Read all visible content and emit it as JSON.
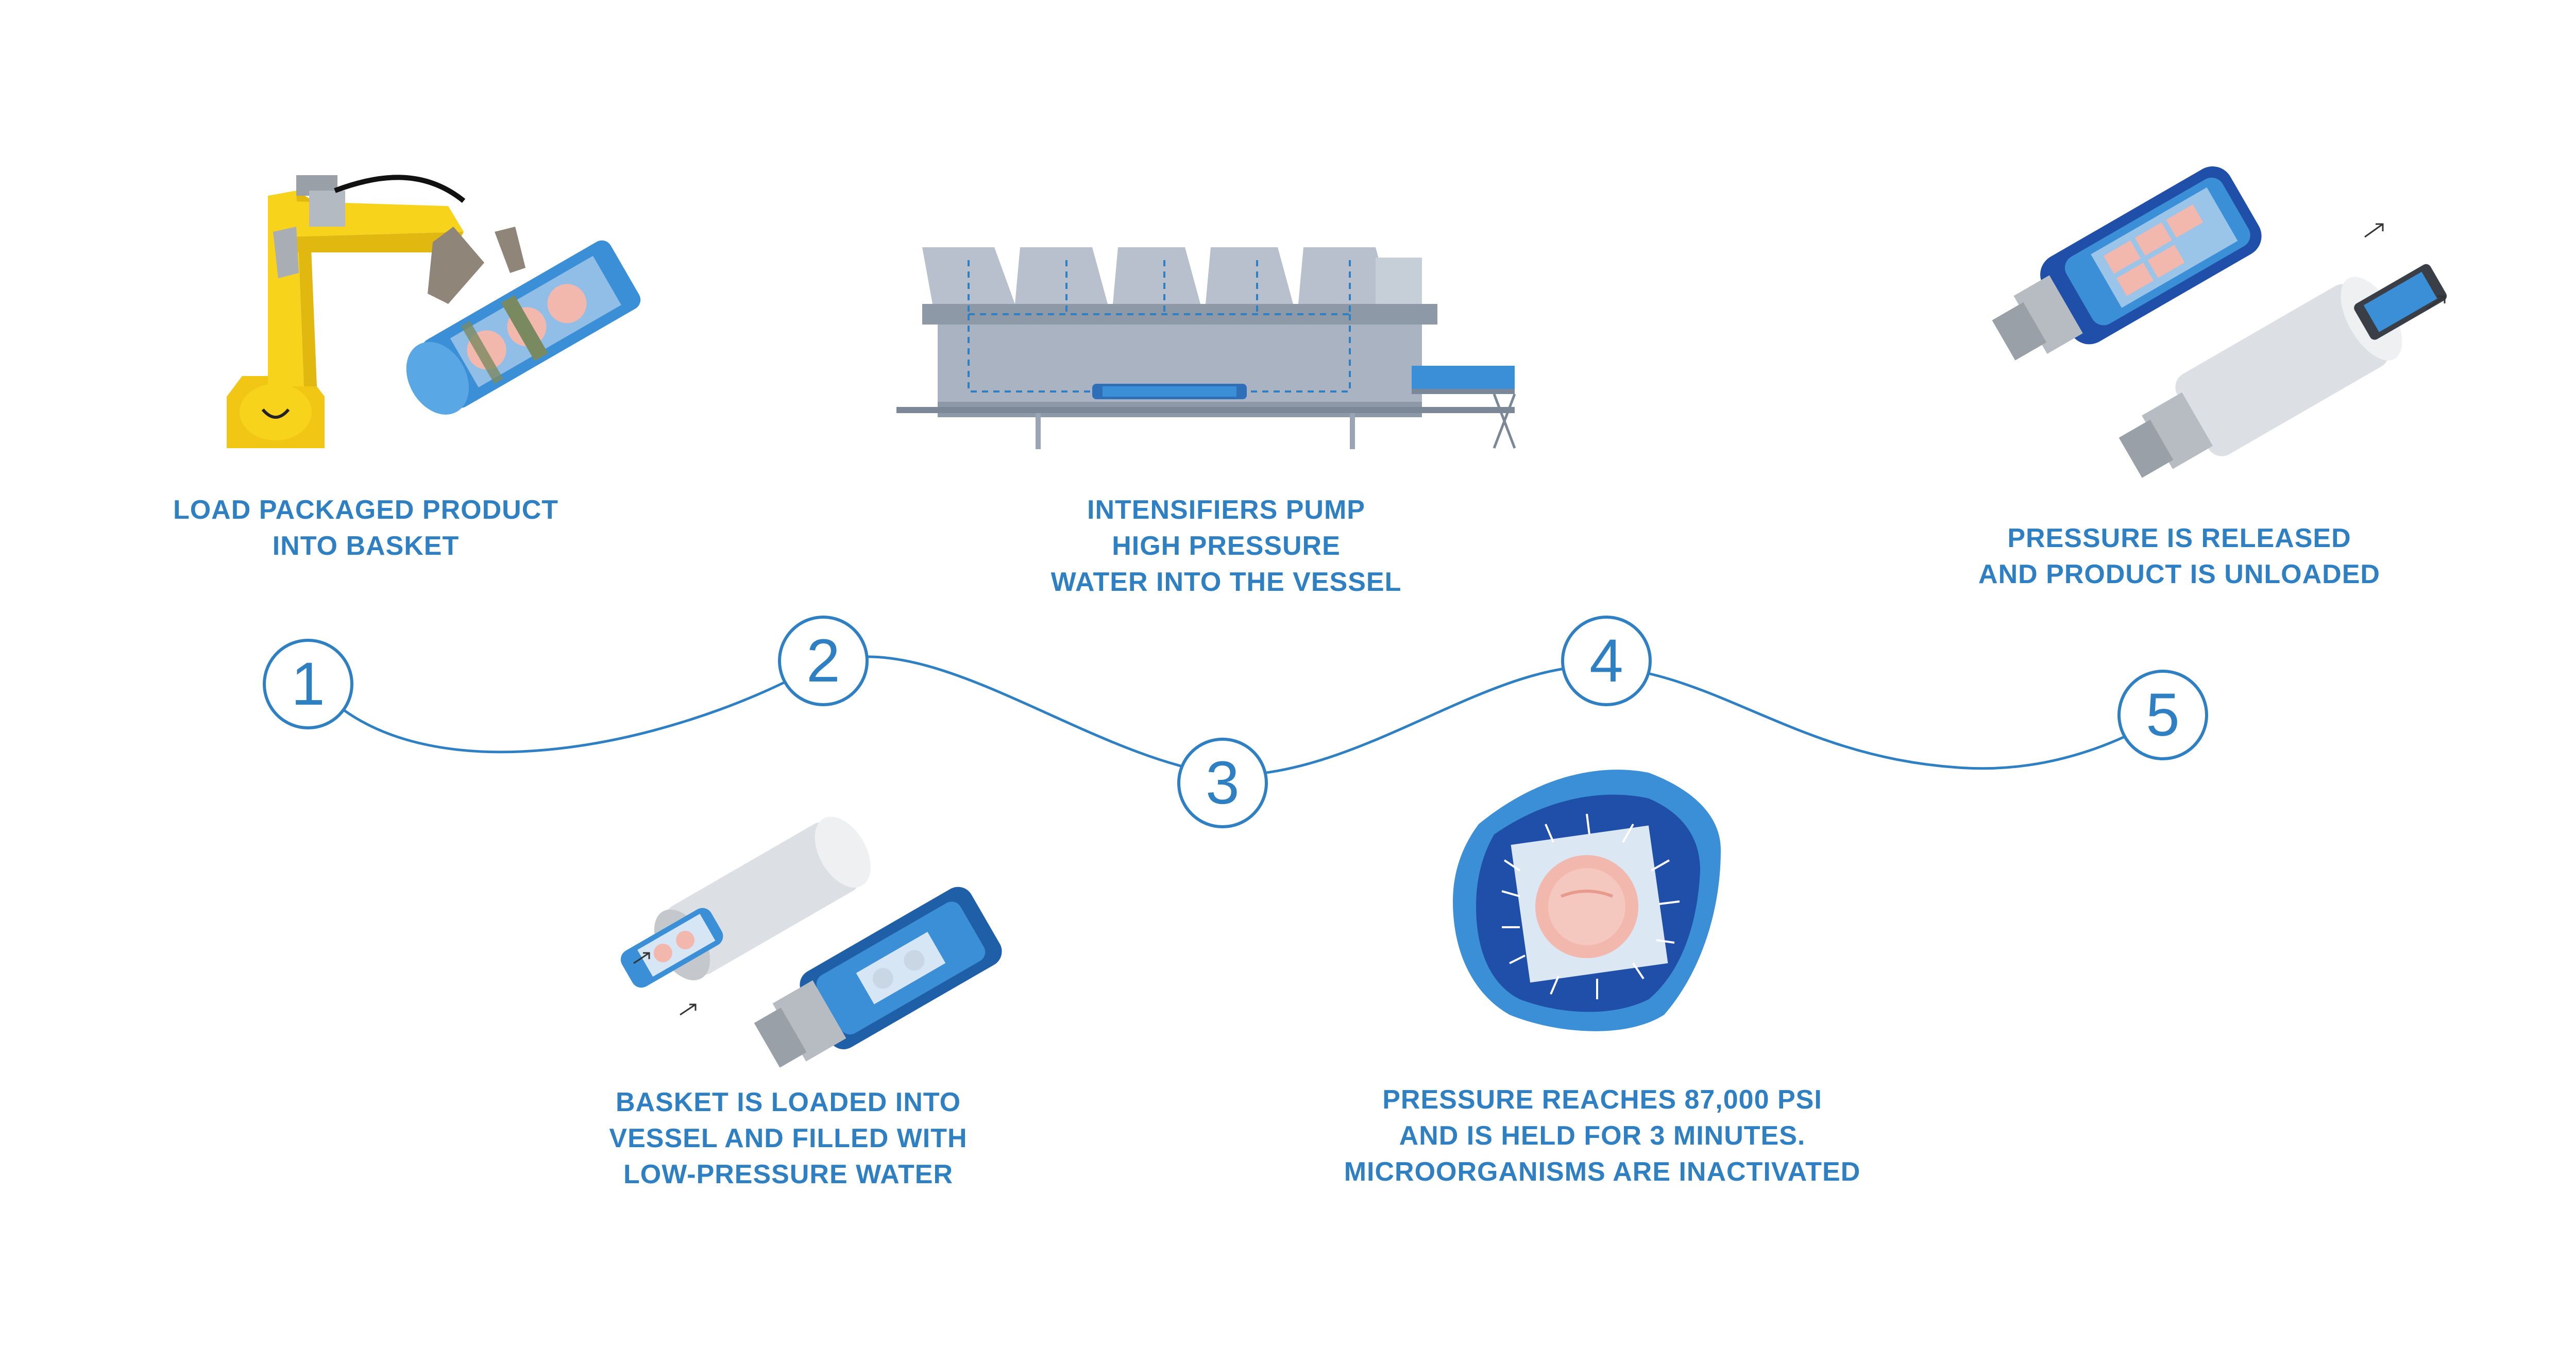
{
  "steps": [
    {
      "number": "1",
      "caption": [
        "LOAD PACKAGED PRODUCT",
        "INTO BASKET"
      ]
    },
    {
      "number": "2",
      "caption": [
        "BASKET IS LOADED INTO",
        "VESSEL AND FILLED WITH",
        "LOW-PRESSURE WATER"
      ]
    },
    {
      "number": "3",
      "caption": [
        "INTENSIFIERS PUMP",
        "HIGH PRESSURE",
        "WATER INTO THE VESSEL"
      ]
    },
    {
      "number": "4",
      "caption": [
        "PRESSURE REACHES 87,000 PSI",
        "AND IS HELD FOR 3 MINUTES.",
        "MICROORGANISMS ARE INACTIVATED"
      ]
    },
    {
      "number": "5",
      "caption": [
        "PRESSURE IS RELEASED",
        "AND PRODUCT IS UNLOADED"
      ]
    }
  ],
  "colors": {
    "accent": "#2f7fc3",
    "robot_yellow": "#f7d31c",
    "vessel_blue": "#3a8fd6",
    "machine_gray": "#a9b3c2",
    "product_pink": "#f2b7ad"
  },
  "icons": [
    "robot-arm-icon",
    "vessel-icon",
    "hpp-machine-icon",
    "pressure-package-icon",
    "unloading-icon"
  ]
}
